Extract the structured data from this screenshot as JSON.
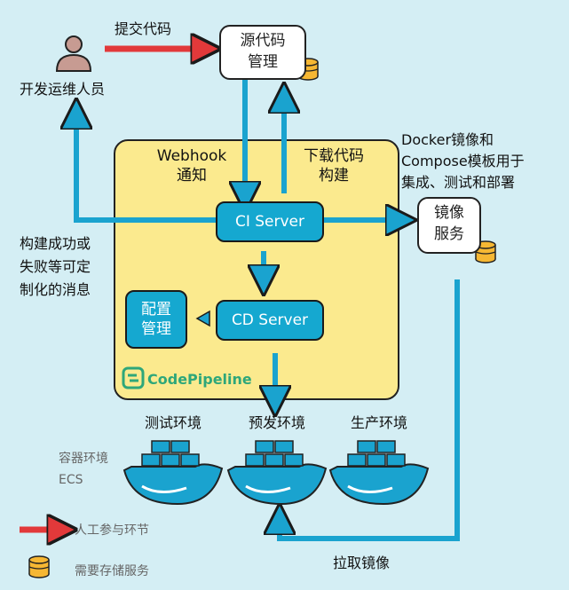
{
  "developer": {
    "label": "开发运维人员"
  },
  "source_code": {
    "line1": "源代码",
    "line2": "管理"
  },
  "commit_label": "提交代码",
  "webhook": {
    "line1": "Webhook",
    "line2": "通知"
  },
  "download_build": {
    "line1": "下载代码",
    "line2": "构建"
  },
  "ci_server": "CI Server",
  "cd_server": "CD Server",
  "config_mgmt": {
    "line1": "配置",
    "line2": "管理"
  },
  "brand": "CodePipeline",
  "notify_msg": {
    "line1": "构建成功或",
    "line2": "失败等可定",
    "line3": "制化的消息"
  },
  "docker_note": {
    "line1": "Docker镜像和",
    "line2": "Compose模板用于",
    "line3": "集成、测试和部署"
  },
  "image_service": {
    "line1": "镜像",
    "line2": "服务"
  },
  "environments": [
    "测试环境",
    "预发环境",
    "生产环境"
  ],
  "container_env": {
    "line1": "容器环境",
    "line2": "ECS"
  },
  "pull_image": "拉取镜像",
  "legend": {
    "manual": "人工参与环节",
    "storage": "需要存储服务"
  },
  "colors": {
    "background": "#d4eef4",
    "pipeline": "#fbea8e",
    "server": "#15a8d0",
    "arrow": "#1aa3cf",
    "manual_arrow": "#e2393a",
    "storage": "#f6b733",
    "brand": "#2ea77a"
  }
}
